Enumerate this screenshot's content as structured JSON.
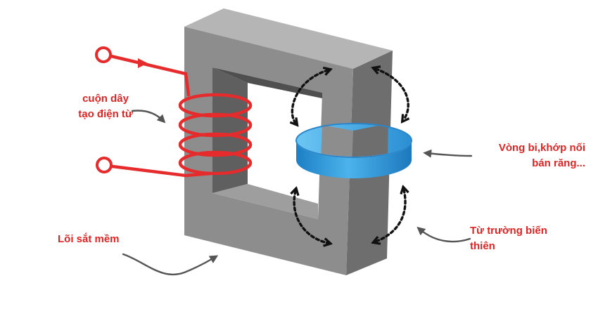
{
  "labels": {
    "coil": {
      "line1": "cuộn dây",
      "line2": "tạo điện từ"
    },
    "core": "Lõi sắt mềm",
    "ring": {
      "line1": "Vòng bi,khớp nối",
      "line2": "bán răng..."
    },
    "field": {
      "line1": "Từ trường biến",
      "line2": "thiên"
    }
  },
  "colors": {
    "label_text": "#e02424",
    "coil_wire": "#e52b2b",
    "core_front": "#8c8c8c",
    "core_side": "#6f6f6f",
    "core_top": "#b3b3b3",
    "ring": "#3a9fdc",
    "arrow": "#555555"
  },
  "icons": [
    "terminal-icon",
    "curved-arrow-icon",
    "dotted-field-arrow-icon"
  ]
}
